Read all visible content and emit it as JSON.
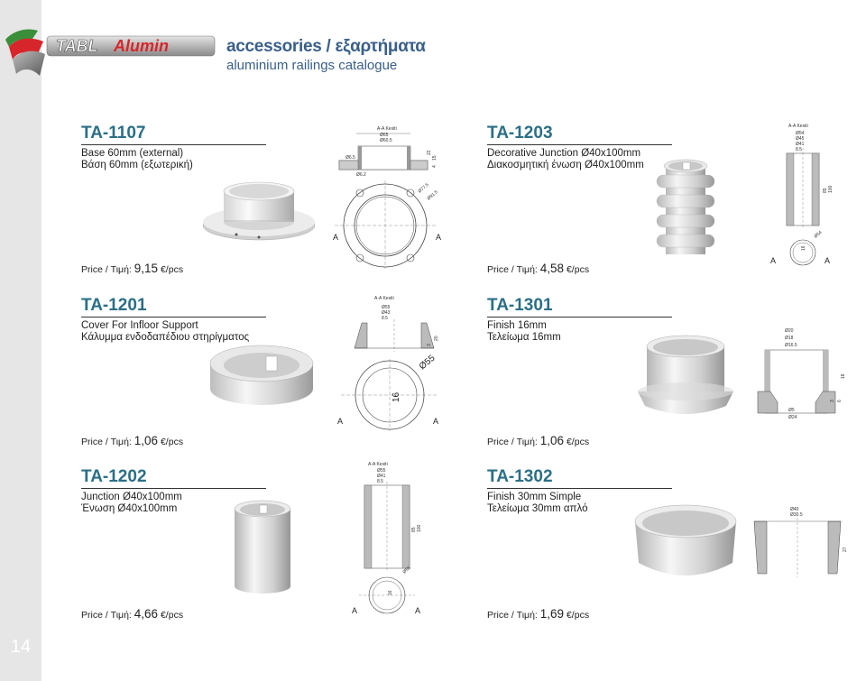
{
  "header": {
    "brand_part1": "TABL",
    "brand_part2": "Alumin",
    "title": "accessories / εξαρτήματα",
    "subtitle": "aluminium railings catalogue"
  },
  "page_number": "14",
  "products": [
    {
      "code": "TA-1107",
      "desc_en": "Base 60mm (external)",
      "desc_gr": "Βάση 60mm (εξωτερική)",
      "price_label": "Price / Τιμή:",
      "price_value": "9,15",
      "price_unit": "€/pcs",
      "drawing": {
        "title": "A-A Kesiti",
        "dims": [
          "Ø65",
          "Ø60.5",
          "Ø6.5",
          "Ø6.2",
          "22",
          "15",
          "4",
          "Ø77.5",
          "Ø91.5"
        ],
        "section_marks": [
          "A",
          "A"
        ]
      }
    },
    {
      "code": "TA-1203",
      "desc_en": "Decorative Junction Ø40x100mm",
      "desc_gr": "Διακοσμητική ένωση Ø40x100mm",
      "price_label": "Price / Τιμή:",
      "price_value": "4,58",
      "price_unit": "€/pcs",
      "drawing": {
        "title": "A-A Kesiti",
        "dims": [
          "Ø54",
          "Ø45",
          "Ø41",
          "8.5",
          "85",
          "100",
          "Ø54",
          "16"
        ],
        "section_marks": [
          "A",
          "A"
        ]
      }
    },
    {
      "code": "TA-1201",
      "desc_en": "Cover For Infloor Support",
      "desc_gr": "Κάλυμμα ενδοδαπέδιου στηρίγματος",
      "price_label": "Price / Τιμή:",
      "price_value": "1,06",
      "price_unit": "€/pcs",
      "drawing": {
        "title": "A-A Kesiti",
        "dims": [
          "Ø55",
          "Ø43",
          "8.5",
          "20",
          "3",
          "Ø55",
          "16"
        ],
        "section_marks": [
          "A",
          "A"
        ]
      }
    },
    {
      "code": "TA-1301",
      "desc_en": "Finish 16mm",
      "desc_gr": "Τελείωμα 16mm",
      "price_label": "Price / Τιμή:",
      "price_value": "1,06",
      "price_unit": "€/pcs",
      "drawing": {
        "dims": [
          "Ø20",
          "Ø18",
          "Ø16.5",
          "18",
          "3",
          "6",
          "Ø5",
          "Ø24"
        ]
      }
    },
    {
      "code": "TA-1202",
      "desc_en": "Junction Ø40x100mm",
      "desc_gr": "Ένωση Ø40x100mm",
      "price_label": "Price / Τιμή:",
      "price_value": "4,66",
      "price_unit": "€/pcs",
      "drawing": {
        "title": "A-A Kesiti",
        "dims": [
          "Ø55",
          "Ø41",
          "8.5",
          "85",
          "100",
          "Ø55",
          "16"
        ],
        "section_marks": [
          "A",
          "A"
        ]
      }
    },
    {
      "code": "TA-1302",
      "desc_en": "Finish 30mm Simple",
      "desc_gr": "Τελείωμα 30mm απλό",
      "price_label": "Price / Τιμή:",
      "price_value": "1,69",
      "price_unit": "€/pcs",
      "drawing": {
        "dims": [
          "Ø40",
          "Ø30.5",
          "27"
        ]
      }
    }
  ],
  "colors": {
    "accent": "#2b6f86",
    "header": "#3a5f8a",
    "logo_red": "#d7262b",
    "logo_green": "#3a8f3a",
    "sidebar": "#e6e6e6"
  }
}
